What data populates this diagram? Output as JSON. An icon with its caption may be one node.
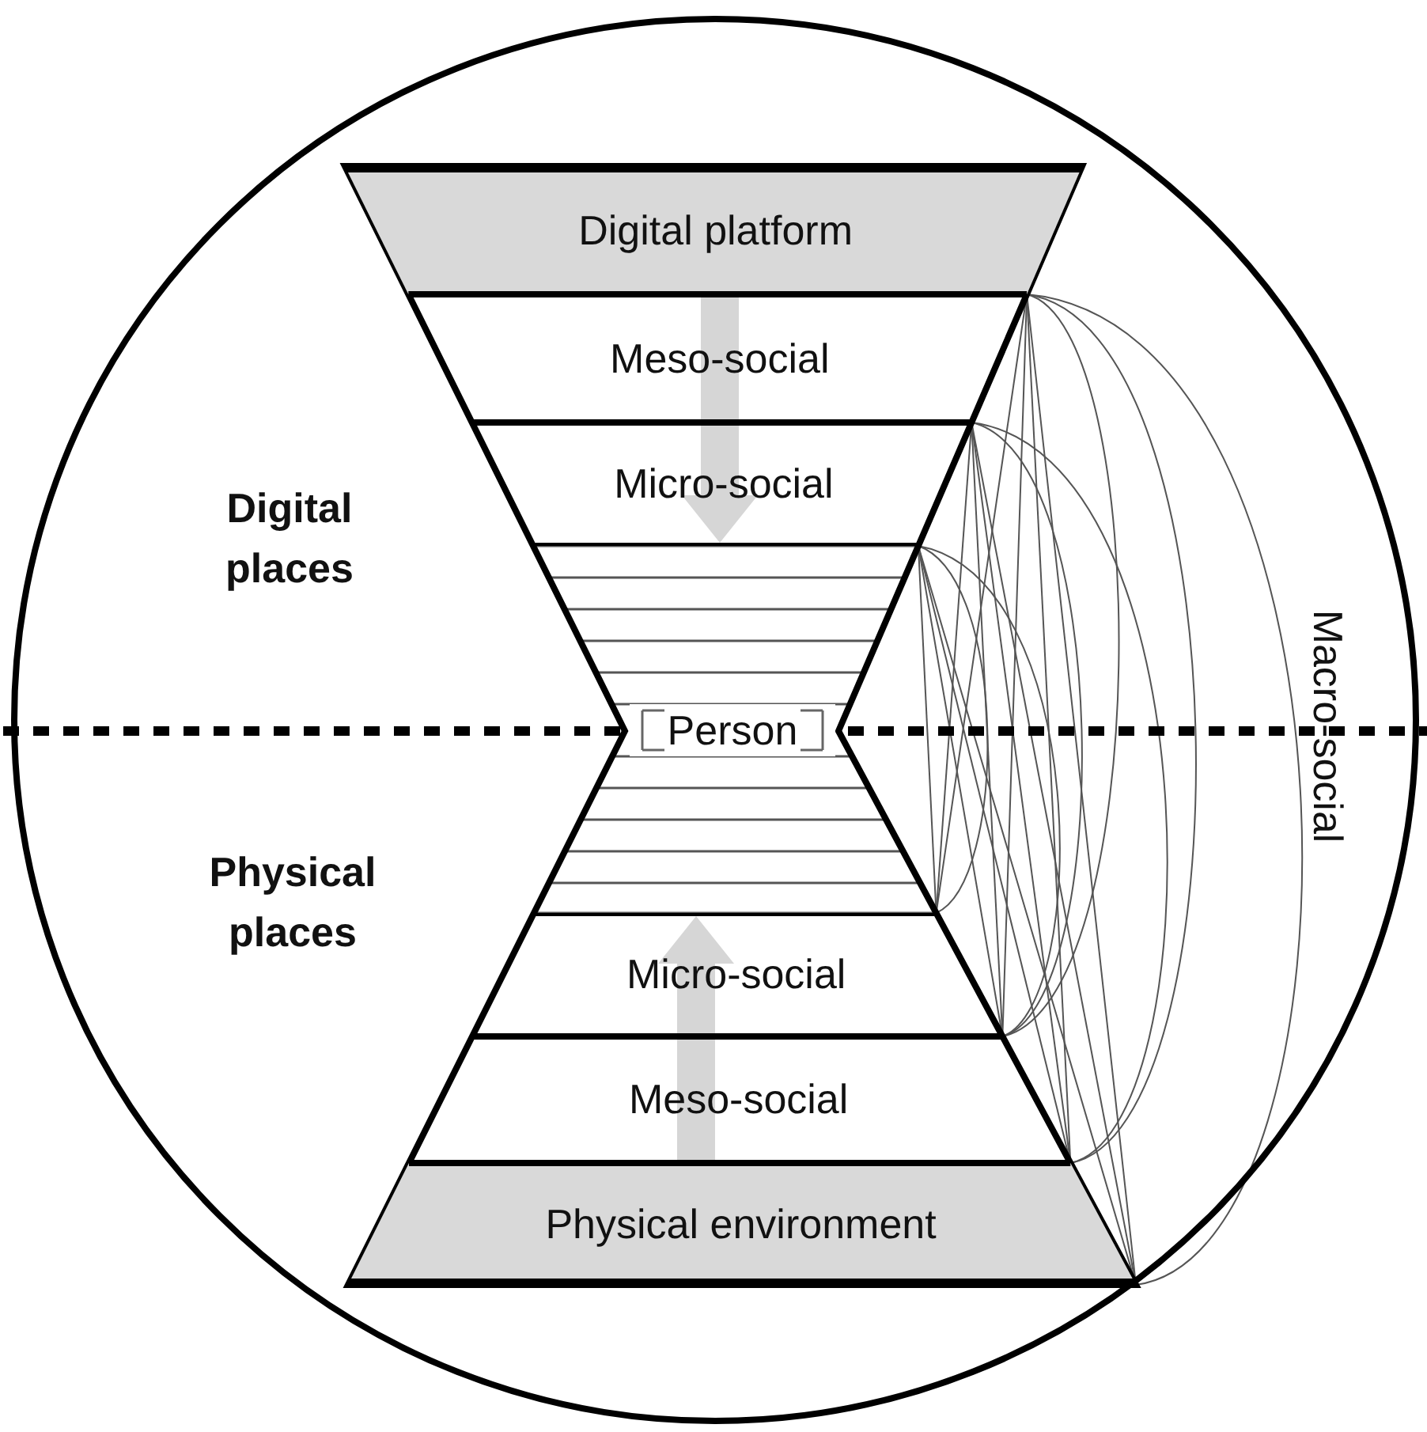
{
  "diagram": {
    "nodes": [
      {
        "text": [
          "Macro-social"
        ]
      },
      {
        "text": [
          "Digital platform"
        ],
        "in": 0
      },
      {
        "text": [
          "Meso-social"
        ],
        "in": 0
      },
      {
        "text": [
          "Micro-social"
        ],
        "in": 0
      },
      {
        "text": [
          "Person"
        ],
        "in": 0
      },
      {
        "text": [
          "Micro-social"
        ],
        "in": 0
      },
      {
        "text": [
          "Meso-social"
        ],
        "in": 0
      },
      {
        "text": [
          "Physical environment"
        ],
        "in": 0
      }
    ],
    "edges": [
      {
        "from": 1,
        "to": 3,
        "arrow": "to",
        "style": "thick"
      },
      {
        "from": 7,
        "to": 5,
        "arrow": "to",
        "style": "thick"
      }
    ],
    "labels": [
      "Digital places",
      "Physical places"
    ]
  }
}
